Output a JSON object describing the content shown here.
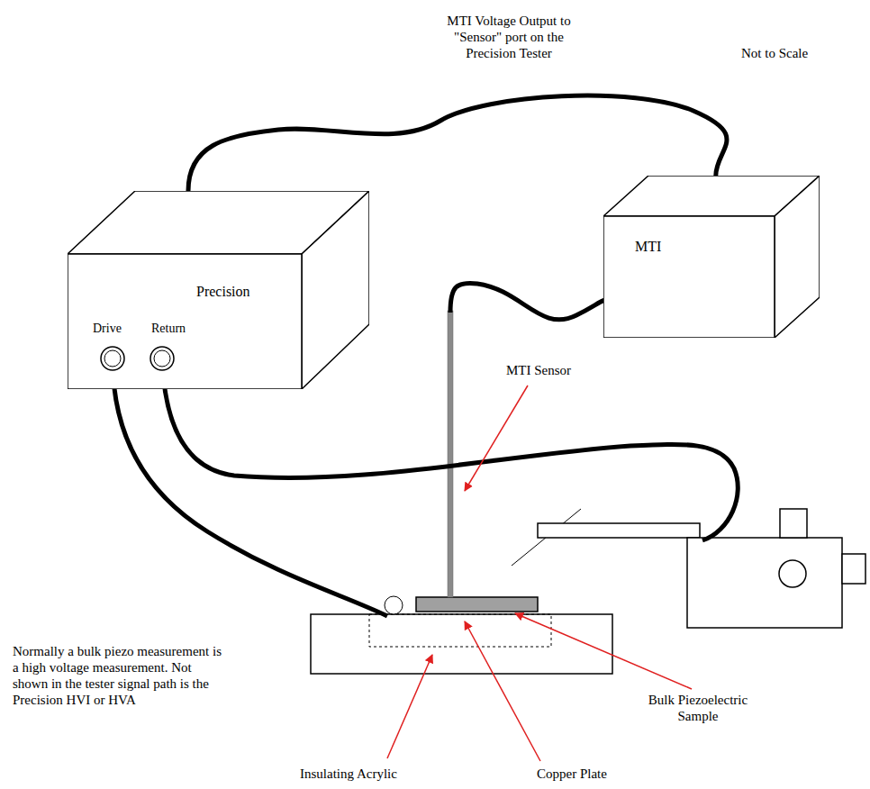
{
  "diagram": {
    "nodes": [
      {
        "text": [
          "Precision"
        ]
      },
      {
        "text": [
          "MTI"
        ]
      }
    ],
    "edges": [
      {
        "from": 0,
        "to": 1,
        "arrow": "none"
      }
    ],
    "labels": [
      "MTI Voltage Output to \"Sensor\" port on the Precision Tester",
      "Not to Scale",
      "Drive",
      "Return",
      "MTI Sensor",
      "Bulk Piezoelectric Sample",
      "Copper Plate",
      "Insulating Acrylic",
      "Normally a bulk piezo measurement is a high voltage measurement. Not shown in the tester signal path is the Precision HVI or HVA"
    ]
  }
}
